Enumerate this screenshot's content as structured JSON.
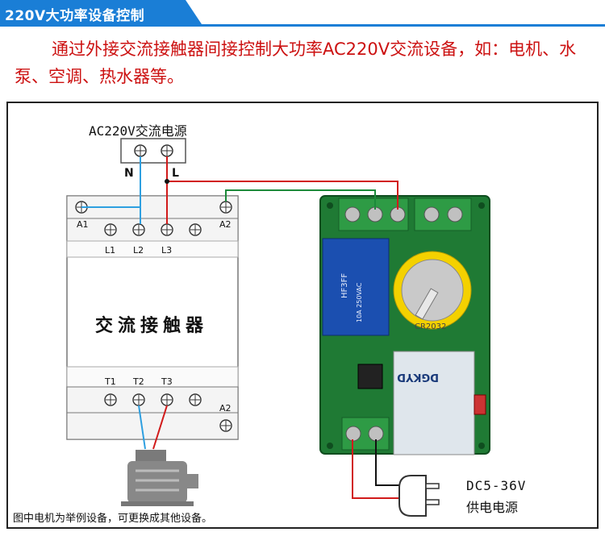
{
  "header": {
    "title": "220V大功率设备控制"
  },
  "intro": {
    "text": "通过外接交流接触器间接控制大功率AC220V交流设备，如：电机、水泵、空调、热水器等。"
  },
  "diagram": {
    "ac_source_label": "AC220V交流电源",
    "n_label": "N",
    "l_label": "L",
    "contactor_title": "交流接触器",
    "terminals": {
      "a1": "A1",
      "a2_top": "A2",
      "a2_bottom": "A2",
      "l1": "L1",
      "l2": "L2",
      "l3": "L3",
      "t1": "T1",
      "t2": "T2",
      "t3": "T3"
    },
    "dc_label": "DC5-36V",
    "dc_sub": "供电电源",
    "footnote": "图中电机为举例设备，可更换成其他设备。",
    "colors": {
      "red_wire": "#d11a1a",
      "blue_wire": "#2e9fe0",
      "green_wire": "#1c8a3a",
      "black_wire": "#111111",
      "pcb": "#1f7a34",
      "header_blue": "#1a7ed6"
    }
  }
}
